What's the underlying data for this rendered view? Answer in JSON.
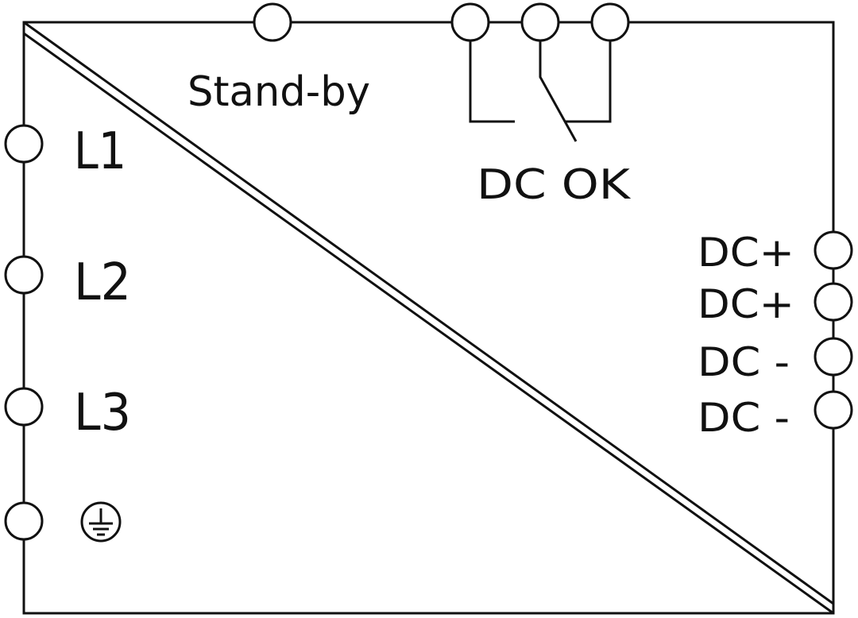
{
  "colors": {
    "line": "#111111",
    "background": "#ffffff"
  },
  "labels": {
    "standby": "Stand-by",
    "dc_ok": "DC OK",
    "l1": "L1",
    "l2": "L2",
    "l3": "L3",
    "dc_plus_1": "DC+",
    "dc_plus_2": "DC+",
    "dc_minus_1": "DC -",
    "dc_minus_2": "DC -"
  },
  "icons": {
    "ground": "protective-earth-icon"
  }
}
